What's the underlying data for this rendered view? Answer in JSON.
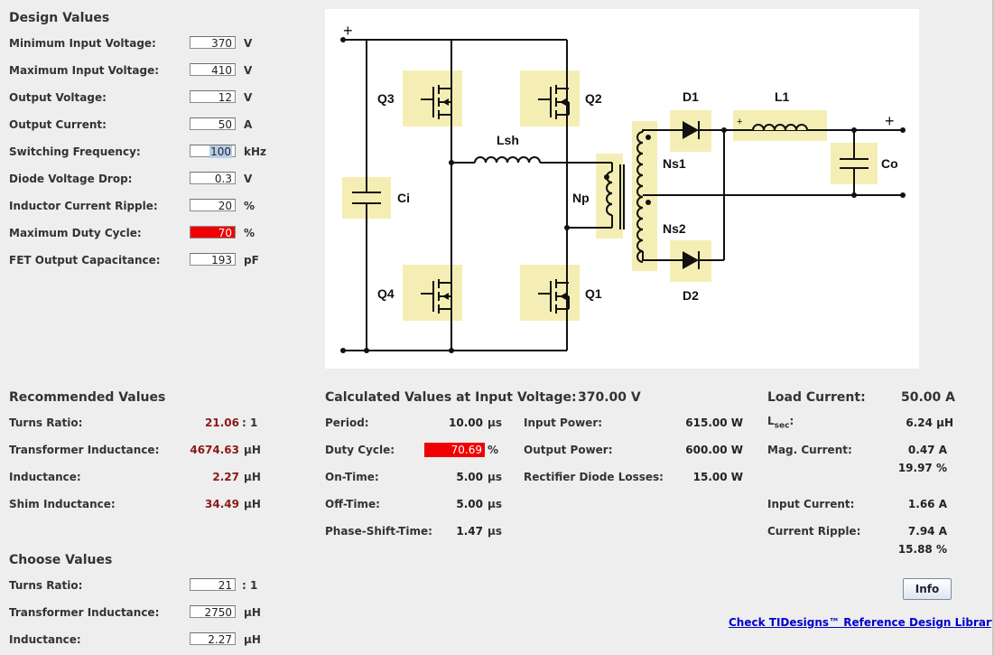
{
  "design": {
    "title": "Design Values",
    "rows": [
      {
        "label": "Minimum Input Voltage:",
        "value": "370",
        "unit": "V"
      },
      {
        "label": "Maximum Input Voltage:",
        "value": "410",
        "unit": "V"
      },
      {
        "label": "Output Voltage:",
        "value": "12",
        "unit": "V"
      },
      {
        "label": "Output Current:",
        "value": "50",
        "unit": "A"
      },
      {
        "label": "Switching Frequency:",
        "value": "100",
        "unit": "kHz"
      },
      {
        "label": "Diode Voltage Drop:",
        "value": "0.3",
        "unit": "V"
      },
      {
        "label": "Inductor Current Ripple:",
        "value": "20",
        "unit": "%"
      },
      {
        "label": "Maximum Duty Cycle:",
        "value": "70",
        "unit": "%"
      },
      {
        "label": "FET Output Capacitance:",
        "value": "193",
        "unit": "pF"
      }
    ]
  },
  "circuit": {
    "labels": {
      "q3": "Q3",
      "q2": "Q2",
      "q4": "Q4",
      "q1": "Q1",
      "d1": "D1",
      "d2": "D2",
      "l1": "L1",
      "lsh": "Lsh",
      "ci": "Ci",
      "co": "Co",
      "np": "Np",
      "ns1": "Ns1",
      "ns2": "Ns2",
      "plus": "+"
    },
    "highlight_color": "#f5eeb4"
  },
  "recommended": {
    "title": "Recommended Values",
    "rows": [
      {
        "label": "Turns Ratio:",
        "value": "21.06",
        "unit": ": 1"
      },
      {
        "label": "Transformer Inductance:",
        "value": "4674.63",
        "unit": "µH"
      },
      {
        "label": "Inductance:",
        "value": "2.27",
        "unit": "µH"
      },
      {
        "label": "Shim Inductance:",
        "value": "34.49",
        "unit": "µH"
      }
    ]
  },
  "choose": {
    "title": "Choose Values",
    "rows": [
      {
        "label": "Turns Ratio:",
        "value": "21",
        "unit": ": 1"
      },
      {
        "label": "Transformer Inductance:",
        "value": "2750",
        "unit": "µH"
      },
      {
        "label": "Inductance:",
        "value": "2.27",
        "unit": "µH"
      }
    ]
  },
  "calculated": {
    "title": "Calculated Values at Input Voltage:",
    "input_voltage": "370.00 V",
    "left": [
      {
        "label": "Period:",
        "value": "10.00",
        "unit": "µs"
      },
      {
        "label": "Duty Cycle:",
        "value": "70.69",
        "unit": "%"
      },
      {
        "label": "On-Time:",
        "value": "5.00",
        "unit": "µs"
      },
      {
        "label": "Off-Time:",
        "value": "5.00",
        "unit": "µs"
      },
      {
        "label": "Phase-Shift-Time:",
        "value": "1.47",
        "unit": "µs"
      }
    ],
    "mid": [
      {
        "label": "Input Power:",
        "value": "615.00 W"
      },
      {
        "label": "Output Power:",
        "value": "600.00 W"
      },
      {
        "label": "Rectifier Diode Losses:",
        "value": "15.00 W"
      }
    ]
  },
  "load": {
    "title": "Load Current:",
    "title_value": "50.00 A",
    "lsec_label": "L",
    "lsec_sub": "sec",
    "lsec_suffix": ":",
    "lsec_value": "6.24 µH",
    "mag_label": "Mag. Current:",
    "mag_value": "0.47 A",
    "mag_pct": "19.97 %",
    "input_label": "Input Current:",
    "input_value": "1.66 A",
    "ripple_label": "Current Ripple:",
    "ripple_value": "7.94 A",
    "ripple_pct": "15.88 %"
  },
  "info_button": "Info",
  "link_text": "Check TIDesigns™ Reference Design Library",
  "colors": {
    "alert": "#f00000",
    "value_red": "#8b1a1a",
    "link": "#0000cc"
  }
}
